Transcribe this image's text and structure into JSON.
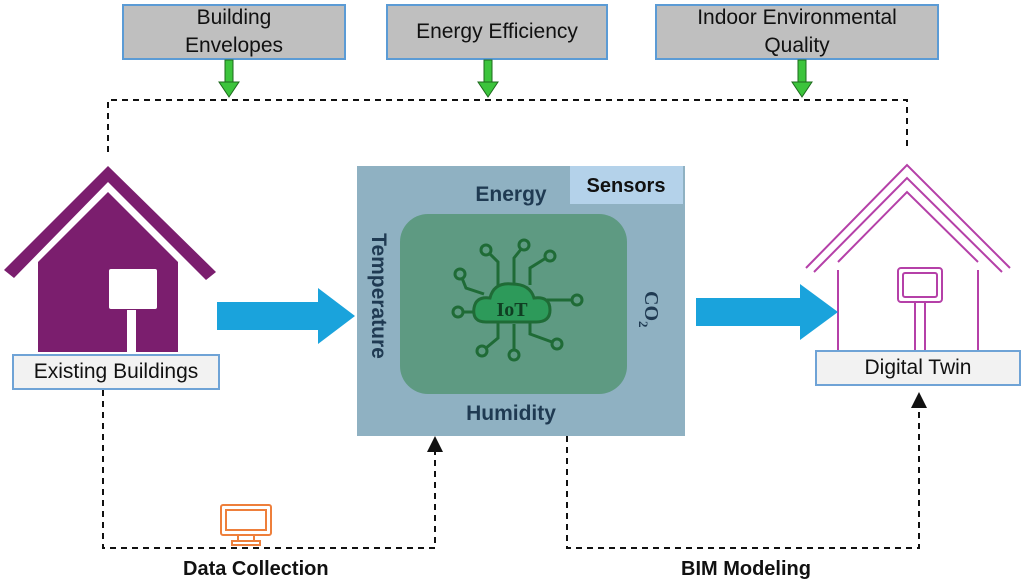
{
  "top_boxes": [
    {
      "id": "building-envelopes",
      "lines": [
        "Building",
        "Envelopes"
      ]
    },
    {
      "id": "energy-efficiency",
      "lines": [
        "Energy Efficiency"
      ]
    },
    {
      "id": "indoor-environmental-quality",
      "lines": [
        "Indoor Environmental",
        "Quality"
      ]
    }
  ],
  "existing_buildings_label": "Existing Buildings",
  "digital_twin_label": "Digital Twin",
  "sensors": {
    "title": "Sensors",
    "top": "Energy",
    "left": "Temperature",
    "right_main": "CO",
    "right_sub": "2",
    "bottom": "Humidity",
    "center": "IoT"
  },
  "data_collection_label": "Data Collection",
  "bim_modeling_label": "BIM Modeling",
  "colors": {
    "house_fill": "#7b1e6e",
    "arrow_blue": "#1aa3dc",
    "green_arrow": "#3cc43c",
    "sensor_panel": "#8fb1c2",
    "iot_panel": "#5e9a82",
    "monitor_orange": "#ee7f3b"
  }
}
